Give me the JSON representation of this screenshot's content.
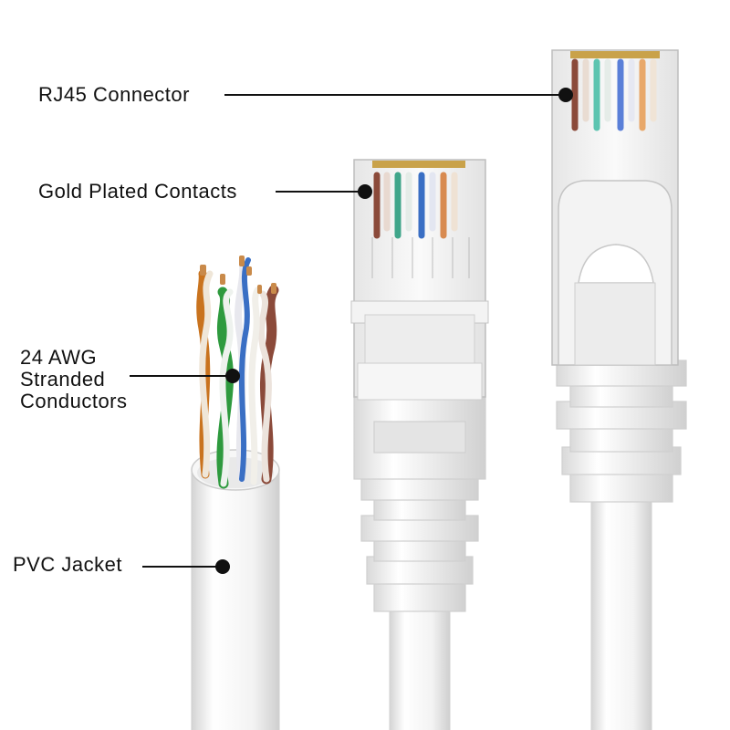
{
  "callouts": {
    "rj45": "RJ45 Connector",
    "gold_contacts": "Gold Plated Contacts",
    "awg_line1": "24 AWG",
    "awg_line2": "Stranded",
    "awg_line3": "Conductors",
    "pvc": "PVC Jacket"
  },
  "colors": {
    "background": "#ffffff",
    "cable": "#f4f4f4",
    "cable_shade": "#d6d6d6",
    "leader": "#111111",
    "wire_brown": "#8b4a3a",
    "wire_green": "#2e9a3e",
    "wire_orange": "#c9731e",
    "wire_blue": "#3a6fc4",
    "contact_gold": "#c9a24a"
  }
}
